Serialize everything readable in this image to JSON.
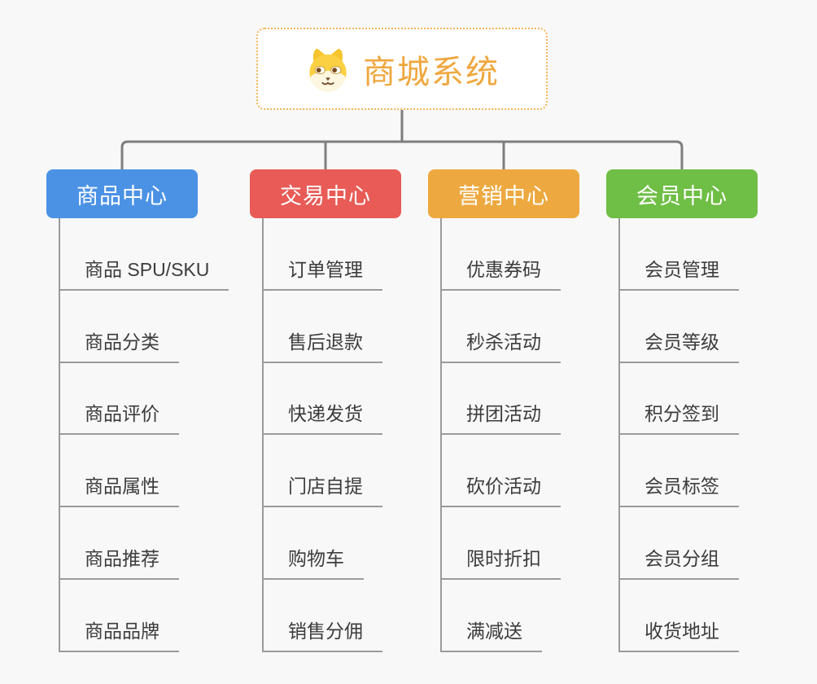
{
  "root": {
    "title": "商城系统",
    "icon": "shiba-dog-icon",
    "title_color": "#efa73e",
    "border_color": "#f3b45b"
  },
  "connector_color": "#7e7e7e",
  "child_line_color": "#9b9b9b",
  "branches": [
    {
      "label": "商品中心",
      "color": "#4b92e5",
      "children": [
        "商品 SPU/SKU",
        "商品分类",
        "商品评价",
        "商品属性",
        "商品推荐",
        "商品品牌"
      ]
    },
    {
      "label": "交易中心",
      "color": "#e85b56",
      "children": [
        "订单管理",
        "售后退款",
        "快递发货",
        "门店自提",
        "购物车",
        "销售分佣"
      ]
    },
    {
      "label": "营销中心",
      "color": "#eda93f",
      "children": [
        "优惠券码",
        "秒杀活动",
        "拼团活动",
        "砍价活动",
        "限时折扣",
        "满减送"
      ]
    },
    {
      "label": "会员中心",
      "color": "#6fbe45",
      "children": [
        "会员管理",
        "会员等级",
        "积分签到",
        "会员标签",
        "会员分组",
        "收货地址"
      ]
    }
  ]
}
